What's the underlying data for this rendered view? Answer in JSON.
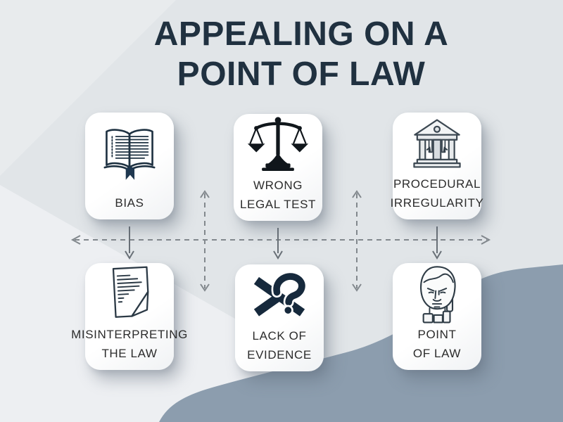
{
  "title": {
    "line1": "APPEALING ON A",
    "line2": "POINT OF LAW"
  },
  "cards": [
    {
      "id": "bias",
      "icon": "open-book-icon",
      "label_line1": "BIAS",
      "label_line2": ""
    },
    {
      "id": "wrong-legal-test",
      "icon": "scales-of-justice-icon",
      "label_line1": "WRONG",
      "label_line2": "LEGAL TEST"
    },
    {
      "id": "procedural-irregularity",
      "icon": "courthouse-icon",
      "label_line1": "PROCEDURAL",
      "label_line2": "IRREGULARITY"
    },
    {
      "id": "misinterpreting-the-law",
      "icon": "folded-document-icon",
      "label_line1": "MISINTERPRETING",
      "label_line2": "THE LAW"
    },
    {
      "id": "lack-of-evidence",
      "icon": "crossed-out-question-icon",
      "label_line1": "LACK OF",
      "label_line2": "EVIDENCE"
    },
    {
      "id": "point-of-law",
      "icon": "person-face-icon",
      "label_line1": "POINT",
      "label_line2": "OF LAW"
    }
  ],
  "colors": {
    "title_color": "#203140",
    "label_color": "#2c2c2c",
    "card_bg": "#ffffff",
    "icon_dark": "#16293c",
    "background_base": "#e1e5e8",
    "background_corner": "#e8ebed",
    "background_light": "#edeff2",
    "background_blue": "#8c9dae",
    "connector_gray": "#82888d",
    "connector_dark": "#697077"
  }
}
